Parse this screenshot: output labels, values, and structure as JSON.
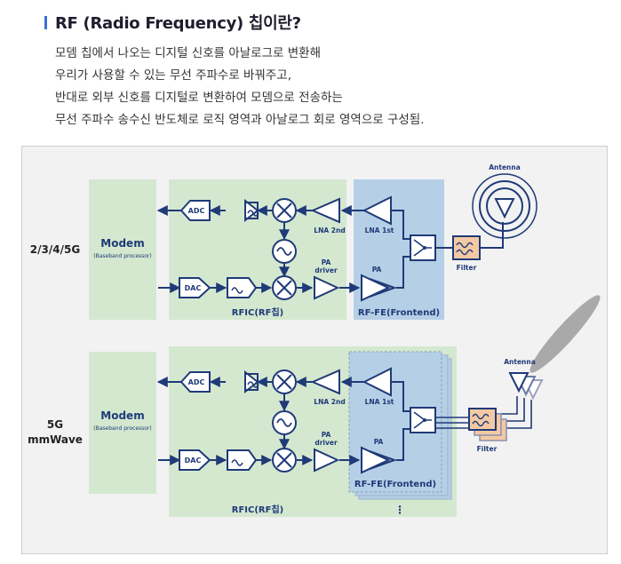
{
  "header": {
    "title": "RF (Radio Frequency) 칩이란?",
    "lines": [
      "모뎀 칩에서 나오는 디지털 신호를 아날로그로 변환해",
      "우리가 사용할 수 있는 무선 주파수로 바꿔주고,",
      "반대로 외부 신호를 디지털로 변환하여 모뎀으로 전송하는",
      "무선 주파수 송수신 반도체로 로직 영역과 아날로그 회로 영역으로 구성됨."
    ]
  },
  "top": {
    "band_label": "2/3/4/5G",
    "modem": "Modem",
    "modem_sub": "(Baseband processor)",
    "adc": "ADC",
    "dac": "DAC",
    "lna2": "LNA 2nd",
    "lna1": "LNA 1st",
    "pa_driver_1": "PA",
    "pa_driver_2": "driver",
    "pa": "PA",
    "rfic": "RFIC(RF칩)",
    "rffe": "RF-FE(Frontend)",
    "filter": "Filter",
    "antenna": "Antenna"
  },
  "bottom": {
    "band_label_1": "5G",
    "band_label_2": "mmWave",
    "modem": "Modem",
    "modem_sub": "(Baseband processor)",
    "adc": "ADC",
    "dac": "DAC",
    "lna2": "LNA 2nd",
    "lna1": "LNA 1st",
    "pa_driver_1": "PA",
    "pa_driver_2": "driver",
    "pa": "PA",
    "rfic": "RFIC(RF칩)",
    "rffe": "RF-FE(Frontend)",
    "filter": "Filter",
    "antenna": "Antenna",
    "more": "⋮"
  },
  "colors": {
    "green": "#d4e8d0",
    "blue": "#b5cfe6",
    "navy": "#1f3a78",
    "orange": "#f3c9a3",
    "accent": "#3a6fd8"
  }
}
